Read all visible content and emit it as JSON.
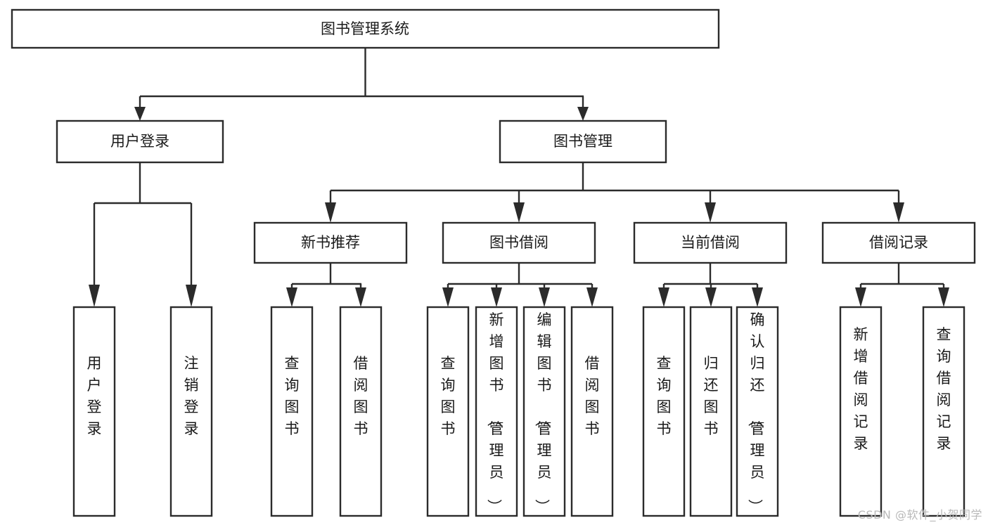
{
  "diagram": {
    "type": "tree",
    "title": "图书管理系统",
    "watermark": "CSDN @软件_小贺同学",
    "nodes": {
      "root": {
        "label": "图书管理系统",
        "level": 0
      },
      "user_login": {
        "label": "用户登录",
        "level": 1
      },
      "book_manage": {
        "label": "图书管理",
        "level": 1
      },
      "new_book_rec": {
        "label": "新书推荐",
        "level": 2
      },
      "book_borrow": {
        "label": "图书借阅",
        "level": 2
      },
      "current_borrow": {
        "label": "当前借阅",
        "level": 2
      },
      "borrow_record": {
        "label": "借阅记录",
        "level": 2
      },
      "leaf_user_login": {
        "label": "用户登录",
        "level": 3
      },
      "leaf_logout": {
        "label": "注销登录",
        "level": 3
      },
      "leaf_query_book_1": {
        "label": "查询图书",
        "level": 3
      },
      "leaf_borrow_book_1": {
        "label": "借阅图书",
        "level": 3
      },
      "leaf_query_book_2": {
        "label": "查询图书",
        "level": 3
      },
      "leaf_add_book": {
        "label": "新增图书（管理员）",
        "level": 3
      },
      "leaf_edit_book": {
        "label": "编辑图书（管理员）",
        "level": 3
      },
      "leaf_borrow_book_2": {
        "label": "借阅图书",
        "level": 3
      },
      "leaf_query_book_3": {
        "label": "查询图书",
        "level": 3
      },
      "leaf_return_book": {
        "label": "归还图书",
        "level": 3
      },
      "leaf_confirm_return": {
        "label": "确认归还（管理员）",
        "level": 3
      },
      "leaf_add_record": {
        "label": "新增借阅记录",
        "level": 3
      },
      "leaf_query_record": {
        "label": "查询借阅记录",
        "level": 3
      }
    },
    "edges": [
      {
        "from": "root",
        "to": "user_login"
      },
      {
        "from": "root",
        "to": "book_manage"
      },
      {
        "from": "user_login",
        "to": "leaf_user_login"
      },
      {
        "from": "user_login",
        "to": "leaf_logout"
      },
      {
        "from": "book_manage",
        "to": "new_book_rec"
      },
      {
        "from": "book_manage",
        "to": "book_borrow"
      },
      {
        "from": "book_manage",
        "to": "current_borrow"
      },
      {
        "from": "book_manage",
        "to": "borrow_record"
      },
      {
        "from": "new_book_rec",
        "to": "leaf_query_book_1"
      },
      {
        "from": "new_book_rec",
        "to": "leaf_borrow_book_1"
      },
      {
        "from": "book_borrow",
        "to": "leaf_query_book_2"
      },
      {
        "from": "book_borrow",
        "to": "leaf_add_book"
      },
      {
        "from": "book_borrow",
        "to": "leaf_edit_book"
      },
      {
        "from": "book_borrow",
        "to": "leaf_borrow_book_2"
      },
      {
        "from": "current_borrow",
        "to": "leaf_query_book_3"
      },
      {
        "from": "current_borrow",
        "to": "leaf_return_book"
      },
      {
        "from": "current_borrow",
        "to": "leaf_confirm_return"
      },
      {
        "from": "borrow_record",
        "to": "leaf_add_record"
      },
      {
        "from": "borrow_record",
        "to": "leaf_query_record"
      }
    ],
    "colors": {
      "stroke": "#2b2b2b",
      "fill": "#ffffff",
      "text": "#1a1a1a",
      "watermark": "#b9b9b9"
    }
  }
}
